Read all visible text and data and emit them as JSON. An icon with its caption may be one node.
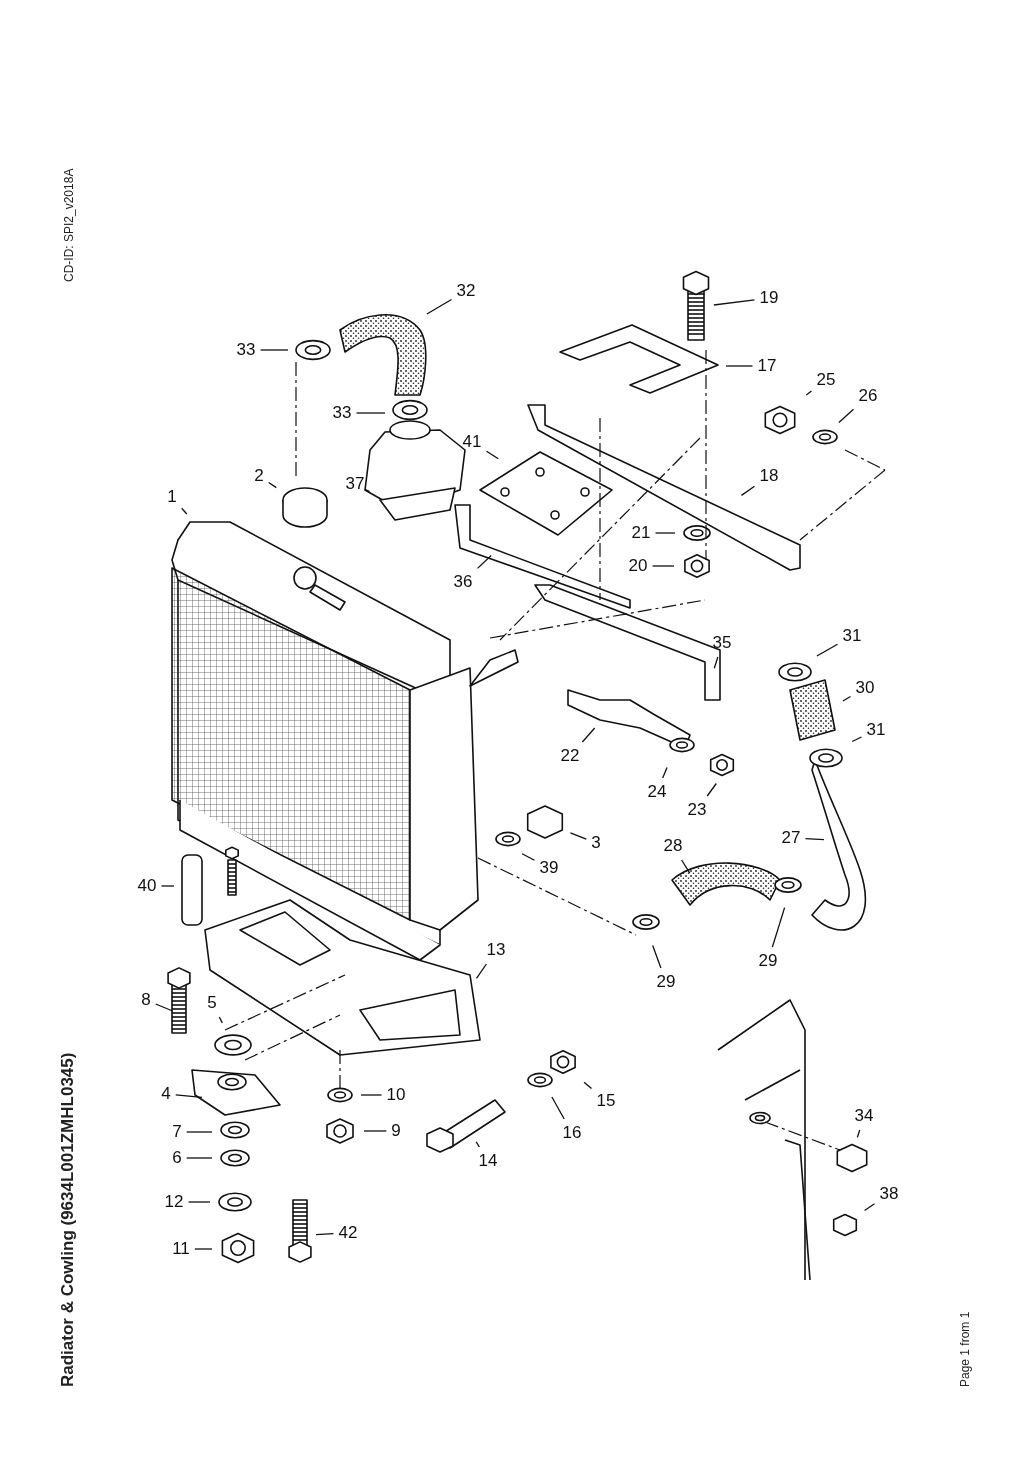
{
  "diagram": {
    "title": "Radiator & Cowling (9634L001ZMHL0345)",
    "nodes": [
      {
        "text": [
          "1"
        ]
      },
      {
        "text": [
          "2"
        ]
      },
      {
        "text": [
          "32"
        ]
      },
      {
        "text": [
          "33"
        ]
      },
      {
        "text": [
          "33"
        ]
      },
      {
        "text": [
          "37"
        ]
      },
      {
        "text": [
          "41"
        ]
      },
      {
        "text": [
          "19"
        ]
      },
      {
        "text": [
          "17"
        ]
      },
      {
        "text": [
          "25"
        ]
      },
      {
        "text": [
          "26"
        ]
      },
      {
        "text": [
          "18"
        ]
      },
      {
        "text": [
          "21"
        ]
      },
      {
        "text": [
          "20"
        ]
      },
      {
        "text": [
          "36"
        ]
      },
      {
        "text": [
          "35"
        ]
      },
      {
        "text": [
          "31"
        ]
      },
      {
        "text": [
          "30"
        ]
      },
      {
        "text": [
          "31"
        ]
      },
      {
        "text": [
          "22"
        ]
      },
      {
        "text": [
          "24"
        ]
      },
      {
        "text": [
          "23"
        ]
      },
      {
        "text": [
          "3"
        ]
      },
      {
        "text": [
          "39"
        ]
      },
      {
        "text": [
          "28"
        ]
      },
      {
        "text": [
          "27"
        ]
      },
      {
        "text": [
          "29"
        ]
      },
      {
        "text": [
          "29"
        ]
      },
      {
        "text": [
          "40"
        ]
      },
      {
        "text": [
          "13"
        ]
      },
      {
        "text": [
          "8"
        ]
      },
      {
        "text": [
          "5"
        ]
      },
      {
        "text": [
          "4"
        ]
      },
      {
        "text": [
          "10"
        ]
      },
      {
        "text": [
          "9"
        ]
      },
      {
        "text": [
          "7"
        ]
      },
      {
        "text": [
          "6"
        ]
      },
      {
        "text": [
          "14"
        ]
      },
      {
        "text": [
          "16"
        ]
      },
      {
        "text": [
          "15"
        ]
      },
      {
        "text": [
          "34"
        ]
      },
      {
        "text": [
          "38"
        ]
      },
      {
        "text": [
          "12"
        ]
      },
      {
        "text": [
          "11"
        ]
      },
      {
        "text": [
          "42"
        ]
      }
    ],
    "edges": [
      {
        "from": 0,
        "to": null,
        "arrow": "none"
      },
      {
        "from": 1,
        "to": null,
        "arrow": "none"
      },
      {
        "from": 2,
        "to": null,
        "arrow": "none"
      },
      {
        "from": 3,
        "to": null,
        "arrow": "none"
      },
      {
        "from": 4,
        "to": null,
        "arrow": "none"
      },
      {
        "from": 5,
        "to": null,
        "arrow": "none"
      },
      {
        "from": 6,
        "to": null,
        "arrow": "none"
      },
      {
        "from": 7,
        "to": null,
        "arrow": "none"
      },
      {
        "from": 8,
        "to": null,
        "arrow": "none"
      },
      {
        "from": 9,
        "to": null,
        "arrow": "none"
      },
      {
        "from": 10,
        "to": null,
        "arrow": "none"
      },
      {
        "from": 11,
        "to": null,
        "arrow": "none"
      },
      {
        "from": 12,
        "to": null,
        "arrow": "none"
      },
      {
        "from": 13,
        "to": null,
        "arrow": "none"
      },
      {
        "from": 14,
        "to": null,
        "arrow": "none"
      },
      {
        "from": 15,
        "to": null,
        "arrow": "none"
      },
      {
        "from": 16,
        "to": null,
        "arrow": "none"
      },
      {
        "from": 17,
        "to": null,
        "arrow": "none"
      },
      {
        "from": 18,
        "to": null,
        "arrow": "none"
      },
      {
        "from": 19,
        "to": null,
        "arrow": "none"
      },
      {
        "from": 20,
        "to": null,
        "arrow": "none"
      },
      {
        "from": 21,
        "to": null,
        "arrow": "none"
      },
      {
        "from": 22,
        "to": null,
        "arrow": "none"
      },
      {
        "from": 23,
        "to": null,
        "arrow": "none"
      },
      {
        "from": 24,
        "to": null,
        "arrow": "none"
      },
      {
        "from": 25,
        "to": null,
        "arrow": "none"
      },
      {
        "from": 26,
        "to": null,
        "arrow": "none"
      },
      {
        "from": 27,
        "to": null,
        "arrow": "none"
      },
      {
        "from": 28,
        "to": null,
        "arrow": "none"
      },
      {
        "from": 29,
        "to": null,
        "arrow": "none"
      },
      {
        "from": 30,
        "to": null,
        "arrow": "none"
      },
      {
        "from": 31,
        "to": null,
        "arrow": "none"
      },
      {
        "from": 32,
        "to": null,
        "arrow": "none"
      },
      {
        "from": 33,
        "to": null,
        "arrow": "none"
      },
      {
        "from": 34,
        "to": null,
        "arrow": "none"
      },
      {
        "from": 35,
        "to": null,
        "arrow": "none"
      },
      {
        "from": 36,
        "to": null,
        "arrow": "none"
      },
      {
        "from": 37,
        "to": null,
        "arrow": "none"
      },
      {
        "from": 38,
        "to": null,
        "arrow": "none"
      },
      {
        "from": 39,
        "to": null,
        "arrow": "none"
      },
      {
        "from": 40,
        "to": null,
        "arrow": "none"
      },
      {
        "from": 41,
        "to": null,
        "arrow": "none"
      },
      {
        "from": 42,
        "to": null,
        "arrow": "none"
      },
      {
        "from": 43,
        "to": null,
        "arrow": "none"
      },
      {
        "from": 44,
        "to": null,
        "arrow": "none"
      }
    ],
    "labels": [
      "CD-ID: SPI2_v2018A",
      "Page 1 from 1"
    ]
  }
}
